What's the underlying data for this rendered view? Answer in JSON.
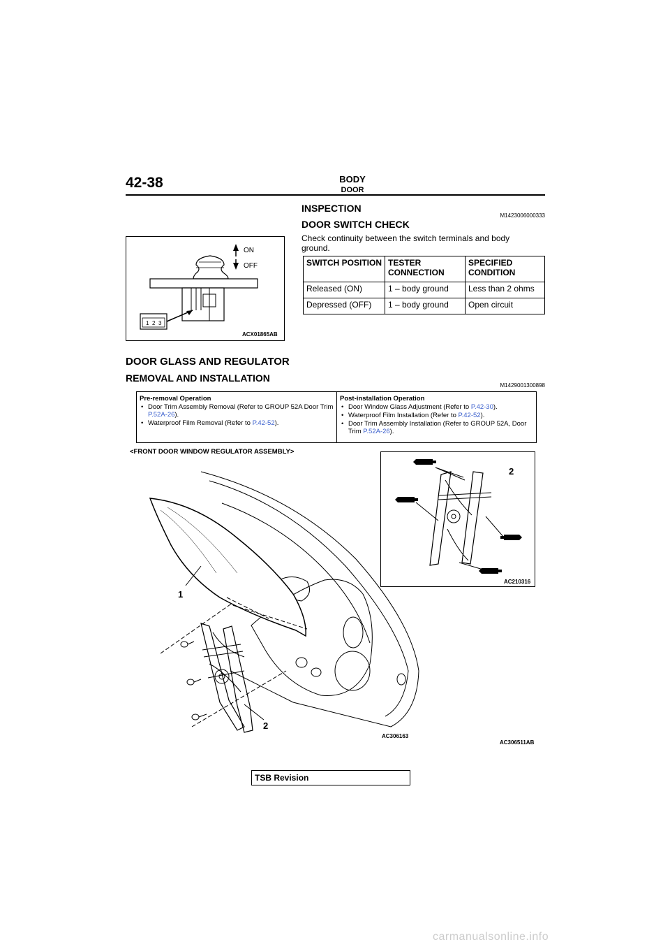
{
  "header": {
    "page_number": "42-38",
    "title": "BODY",
    "subtitle": "DOOR"
  },
  "inspection": {
    "title": "INSPECTION",
    "code": "M1423006000333",
    "subtitle": "DOOR SWITCH CHECK",
    "text": "Check continuity between the switch terminals and body ground.",
    "figure": {
      "caption": "ACX01865AB",
      "label_on": "ON",
      "label_off": "OFF",
      "terminals": [
        "1",
        "2",
        "3"
      ]
    },
    "table": {
      "headers": [
        "SWITCH POSITION",
        "TESTER CONNECTION",
        "SPECIFIED CONDITION"
      ],
      "rows": [
        [
          "Released (ON)",
          "1 – body ground",
          "Less than 2 ohms"
        ],
        [
          "Depressed (OFF)",
          "1 – body ground",
          "Open circuit"
        ]
      ]
    }
  },
  "door_glass": {
    "title": "DOOR GLASS AND REGULATOR",
    "subtitle": "REMOVAL AND INSTALLATION",
    "code": "M1429001300898",
    "pre_removal": {
      "heading": "Pre-removal Operation",
      "items": [
        {
          "text": "Door Trim Assembly Removal (Refer to GROUP 52A Door Trim ",
          "link": "P.52A-26",
          "after": ")."
        },
        {
          "text": "Waterproof Film Removal (Refer to ",
          "link": "P.42-52",
          "after": ")."
        }
      ]
    },
    "post_installation": {
      "heading": "Post-installation Operation",
      "items": [
        {
          "text": "Door Window Glass Adjustment (Refer to ",
          "link": "P.42-30",
          "after": ")."
        },
        {
          "text": "Waterproof Film Installation (Refer to ",
          "link": "P.42-52",
          "after": ")."
        },
        {
          "text": "Door Trim Assembly Installation (Refer to GROUP 52A, Door Trim ",
          "link": "P.52A-26",
          "after": ")."
        }
      ]
    },
    "assembly_label": "<FRONT DOOR WINDOW REGULATOR ASSEMBLY>",
    "figure": {
      "caption_main": "AC306163",
      "caption_inset": "AC210316",
      "caption_overall": "AC306511AB",
      "callouts": [
        "1",
        "2",
        "2"
      ]
    }
  },
  "footer": {
    "tsb": "TSB Revision",
    "watermark": "carmanualsonline.info"
  }
}
